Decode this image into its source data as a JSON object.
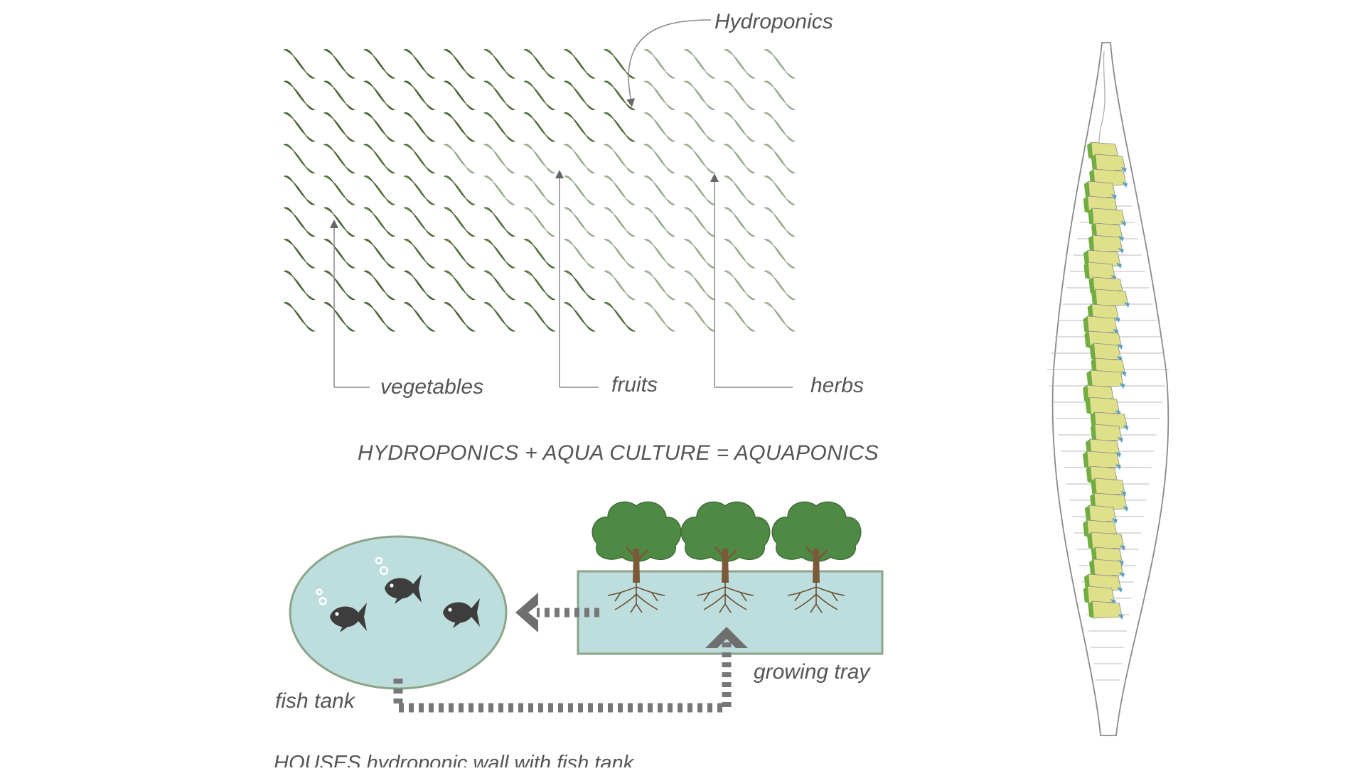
{
  "diagram": {
    "wall": {
      "top_label": "Hydroponics",
      "zone_labels": {
        "vegetables": "vegetables",
        "fruits": "fruits",
        "herbs": "herbs"
      },
      "colors": {
        "vegetables": "#5f7f45",
        "fruits": "#7ac143",
        "herbs": "#b9d4ad",
        "outline": "#3f5a2e"
      }
    },
    "equation": "HYDROPONICS + AQUA CULTURE = AQUAPONICS",
    "system": {
      "fish_tank_label": "fish tank",
      "growing_tray_label": "growing tray",
      "icons": [
        "fish-icon",
        "tree-icon",
        "roots-icon",
        "chevron-arrow-icon",
        "bubbles-icon"
      ],
      "colors": {
        "water": "#bddedd",
        "water_stroke": "#8ba58a",
        "fish": "#3d3d3d",
        "tree_canopy": "#4f8a45",
        "trunk": "#7b5a3a",
        "flow": "#777777"
      }
    },
    "caption": "HOUSES hydroponic wall with fish tank",
    "section": {
      "colors": {
        "module_fill": "#dfe08a",
        "module_green": "#6fae3f",
        "module_blue": "#5aa0c8",
        "outline": "#8a8a8a"
      }
    }
  }
}
